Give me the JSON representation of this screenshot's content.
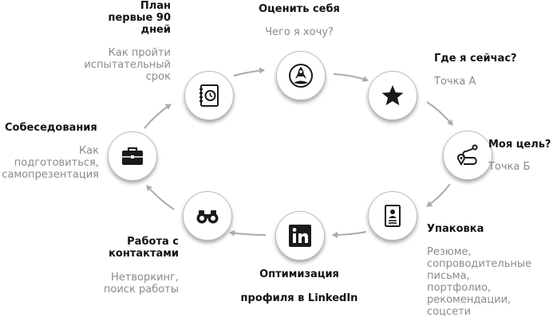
{
  "steps": [
    {
      "title": "Оценить себя",
      "subtitle": "Чего я хочу?",
      "icon": "rocket-icon"
    },
    {
      "title": "Где я сейчас?",
      "subtitle": "Точка А",
      "icon": "star-icon"
    },
    {
      "title": "Моя цель?",
      "subtitle": "Точка Б",
      "icon": "route-icon"
    },
    {
      "title": "Упаковка",
      "subtitle": "Резюме,\nсопроводительные\nписьма,\nпортфолио,\nрекомендации,\nсоцсети",
      "icon": "resume-icon"
    },
    {
      "title": "Оптимизация\n\nпрофиля в LinkedIn",
      "subtitle": "",
      "icon": "linkedin-icon"
    },
    {
      "title": "Работа с\nконтактами",
      "subtitle": "Нетворкинг,\nпоиск работы",
      "icon": "binoculars-icon"
    },
    {
      "title": "Собеседования",
      "subtitle": "Как\nподготовиться,\nсамопрезентация",
      "icon": "briefcase-icon"
    },
    {
      "title": "План\nпервые 90\nдней",
      "subtitle": "Как пройти\nиспытательный\nсрок",
      "icon": "planner-icon"
    }
  ],
  "colors": {
    "icon": "#1a1a1a",
    "arrow": "#aaaaaa",
    "subtitle": "#8a8a8a"
  }
}
